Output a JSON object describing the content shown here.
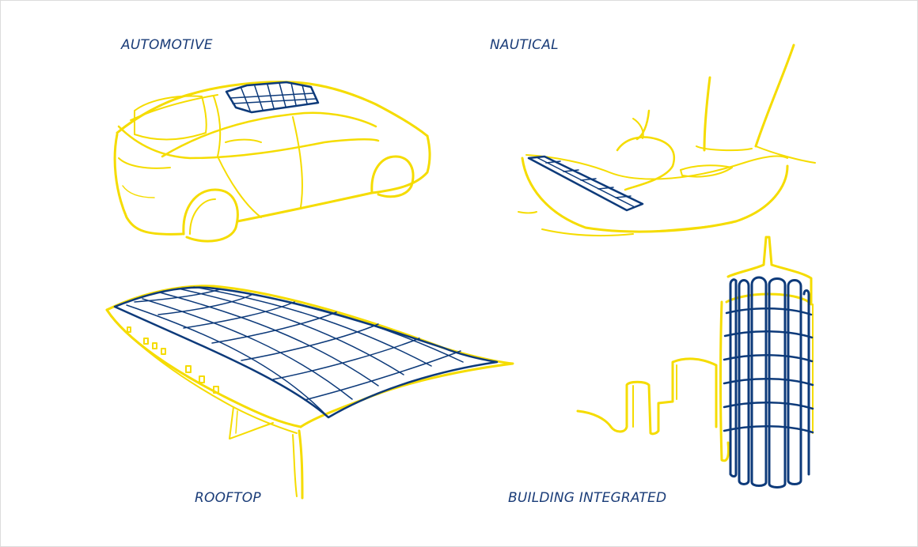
{
  "labels": {
    "automotive": "AUTOMOTIVE",
    "nautical": "NAUTICAL",
    "rooftop": "ROOFTOP",
    "building": "BUILDING INTEGRATED"
  },
  "colors": {
    "outline": "#f5dc00",
    "panel": "#0d3a7a",
    "label": "#1a3c78",
    "background": "#ffffff"
  }
}
